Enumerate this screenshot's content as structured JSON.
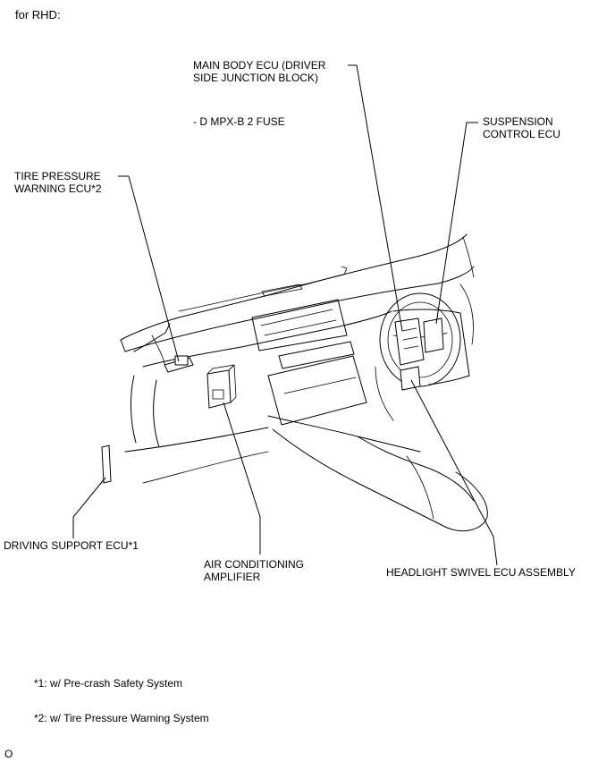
{
  "header": "for RHD:",
  "labels": {
    "main_body_ecu": "MAIN BODY ECU (DRIVER\nSIDE JUNCTION BLOCK)",
    "dmpx_fuse": "- D MPX-B 2 FUSE",
    "suspension_ecu": "SUSPENSION\nCONTROL ECU",
    "tire_pressure_ecu": "TIRE PRESSURE\nWARNING ECU*2",
    "driving_support_ecu": "DRIVING SUPPORT ECU*1",
    "air_conditioning_amplifier": "AIR CONDITIONING\nAMPLIFIER",
    "headlight_swivel_ecu": "HEADLIGHT SWIVEL ECU ASSEMBLY"
  },
  "footnotes": {
    "note1": "*1: w/ Pre-crash Safety System",
    "note2": "*2: w/ Tire Pressure Warning System"
  },
  "figure_code": "O"
}
